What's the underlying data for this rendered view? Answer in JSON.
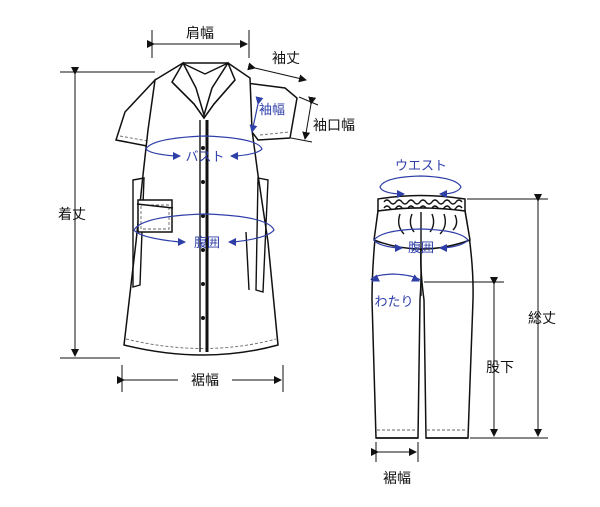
{
  "colors": {
    "line": "#111111",
    "measure": "#2f3fa8",
    "background": "#ffffff"
  },
  "dress": {
    "shoulder_width": "肩幅",
    "sleeve_length": "袖丈",
    "sleeve_width": "袖幅",
    "cuff_width": "袖口幅",
    "bust": "バスト",
    "length": "着丈",
    "abdomen": "腹囲",
    "hem_width": "裾幅"
  },
  "pants": {
    "waist": "ウエスト",
    "abdomen": "腹囲",
    "thigh": "わたり",
    "total_length": "総丈",
    "inseam": "股下",
    "hem_width": "裾幅"
  }
}
